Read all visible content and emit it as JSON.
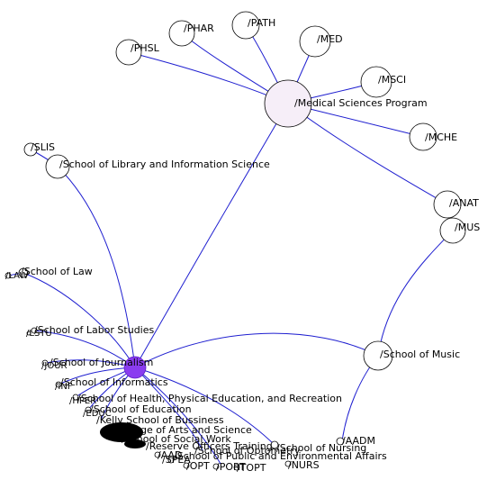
{
  "graph": {
    "root_label": "/School of Journalism",
    "nodes": {
      "medsci": "/Medical Sciences Program",
      "phsl": "/PHSL",
      "phar": "/PHAR",
      "path": "/PATH",
      "med": "/MED",
      "msci": "/MSCI",
      "mche": "/MCHE",
      "anat": "/ANAT",
      "mus": "/MUS",
      "slis": "/SLIS",
      "library": "/School of Library and Information Science",
      "law": "/School of Law",
      "law_short": "/LAW",
      "labor": "/School of Labor Studies",
      "lstu": "/LSTU",
      "jour": "/JOUR",
      "music": "/School of Music",
      "informatics": "/School of Informatics",
      "inf": "/INF",
      "hper": "/School of Health, Physical Education, and Recreation",
      "hper_short": "/HPER",
      "education": "/School of Education",
      "educ": "/EDUC",
      "business": "/Kelly School of Bussiness",
      "arts": "/College of Arts and Science",
      "socialwork": "/School of Social Work",
      "rotc": "/Reserve Officers Training",
      "nursing": "/School of Nursing",
      "optometry": "/School of Optometry",
      "spea": "/School of Public and Environmental Affairs",
      "aadm": "/AADM",
      "nurs": "/NURS",
      "port": "/PORT",
      "topt": "/TOPT",
      "spea_short": "/SPEA",
      "opt": "/OPT",
      "aad": "/AAD"
    }
  }
}
